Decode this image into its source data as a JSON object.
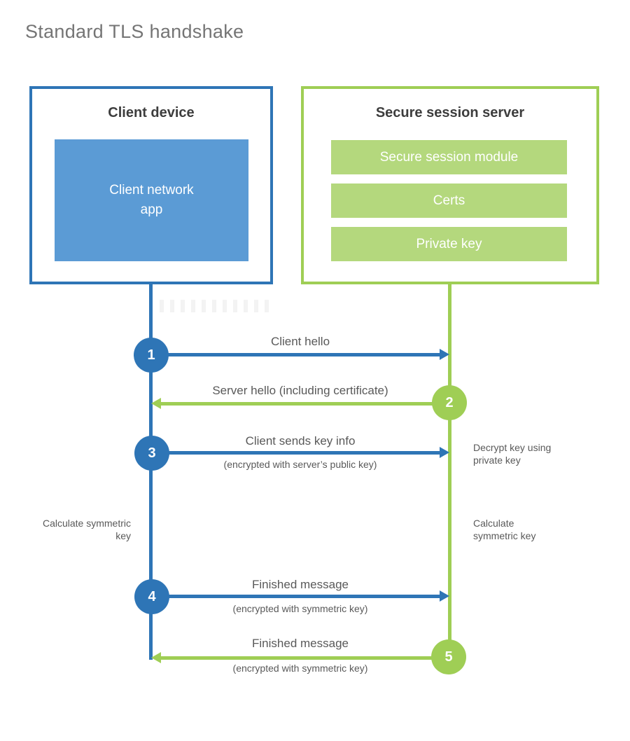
{
  "title": "Standard TLS handshake",
  "colors": {
    "blue": "#2e75b6",
    "blue_light": "#5b9bd5",
    "green": "#9fce55",
    "green_light": "#b4d87d",
    "heading_text": "#3d3d3d",
    "label_text": "#595959",
    "title_text": "#757575"
  },
  "client_box": {
    "title": "Client device",
    "app_label": "Client network app"
  },
  "server_box": {
    "title": "Secure session server",
    "modules": [
      "Secure session module",
      "Certs",
      "Private key"
    ]
  },
  "steps": [
    {
      "num": "1",
      "from": "client",
      "to": "server",
      "label": "Client hello",
      "sublabel": ""
    },
    {
      "num": "2",
      "from": "server",
      "to": "client",
      "label": "Server hello (including certificate)",
      "sublabel": ""
    },
    {
      "num": "3",
      "from": "client",
      "to": "server",
      "label": "Client sends key info",
      "sublabel": "(encrypted with server’s public key)"
    },
    {
      "num": "4",
      "from": "client",
      "to": "server",
      "label": "Finished message",
      "sublabel": "(encrypted with symmetric key)"
    },
    {
      "num": "5",
      "from": "server",
      "to": "client",
      "label": "Finished message",
      "sublabel": "(encrypted with symmetric key)"
    }
  ],
  "annotations": {
    "decrypt_key": "Decrypt key using private key",
    "calculate_left": "Calculate symmetric key",
    "calculate_right": "Calculate symmetric key"
  }
}
